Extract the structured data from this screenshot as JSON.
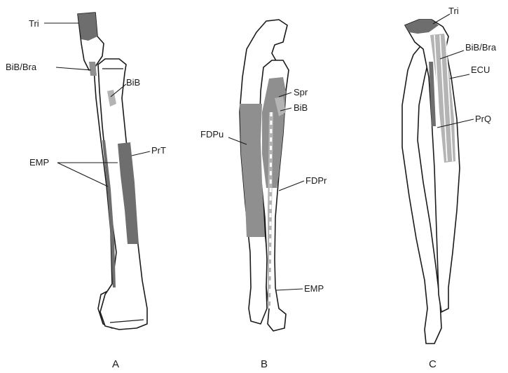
{
  "colors": {
    "muscle_dark": "#6e6e6e",
    "muscle_medium": "#8f8f8f",
    "muscle_light": "#b4b4b4",
    "outline": "#1a1a1a",
    "background": "#ffffff"
  },
  "panels": {
    "a": {
      "letter": "A",
      "labels": {
        "tri": "Tri",
        "bib_bra": "BiB/Bra",
        "bib": "BiB",
        "prt": "PrT",
        "emp": "EMP"
      }
    },
    "b": {
      "letter": "B",
      "labels": {
        "spr": "Spr",
        "bib": "BiB",
        "fdpu": "FDPu",
        "fdpr": "FDPr",
        "emp": "EMP"
      }
    },
    "c": {
      "letter": "C",
      "labels": {
        "tri": "Tri",
        "bib_bra": "BiB/Bra",
        "ecu": "ECU",
        "prq": "PrQ"
      }
    }
  }
}
